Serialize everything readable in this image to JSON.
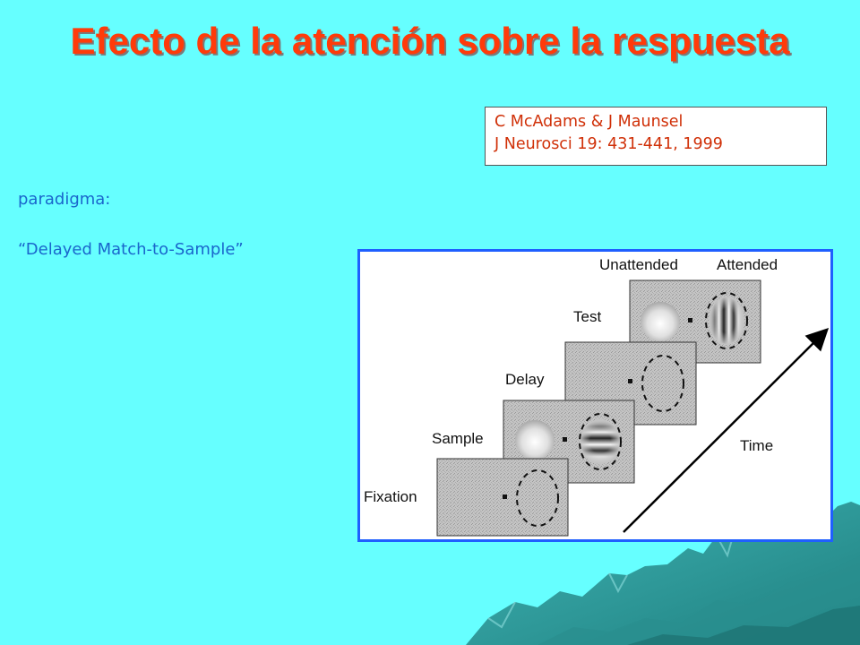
{
  "slide": {
    "title": "Efecto de la atención sobre la respuesta",
    "citation": {
      "line1": "C McAdams & J Maunsel",
      "line2": "J Neurosci 19: 431-441, 1999"
    },
    "paradigm_label": "paradigma:",
    "paradigm_name": "“Delayed Match-to-Sample”"
  },
  "figure": {
    "header_unattended": "Unattended",
    "header_attended": "Attended",
    "panels": {
      "test": "Test",
      "delay": "Delay",
      "sample": "Sample",
      "fixation": "Fixation"
    },
    "time_label": "Time"
  },
  "colors": {
    "background": "#66ffff",
    "title": "#ff3b0a",
    "citation_text": "#d03008",
    "body_text": "#1a66cc",
    "figure_border": "#1f5fff",
    "mountain": "#2a9a9a"
  }
}
